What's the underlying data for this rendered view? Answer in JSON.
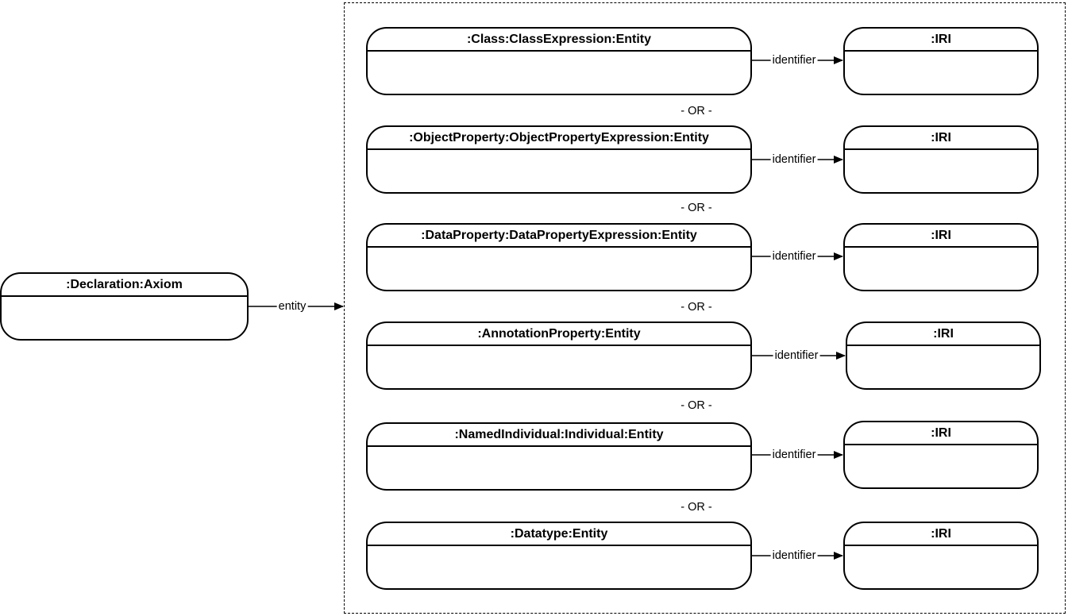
{
  "declaration": {
    "title": ":Declaration:Axiom",
    "edge_label": "entity"
  },
  "entities": [
    {
      "title": ":Class:ClassExpression:Entity",
      "target": ":IRI",
      "edge_label": "identifier"
    },
    {
      "title": ":ObjectProperty:ObjectPropertyExpression:Entity",
      "target": ":IRI",
      "edge_label": "identifier"
    },
    {
      "title": ":DataProperty:DataPropertyExpression:Entity",
      "target": ":IRI",
      "edge_label": "identifier"
    },
    {
      "title": ":AnnotationProperty:Entity",
      "target": ":IRI",
      "edge_label": "identifier"
    },
    {
      "title": ":NamedIndividual:Individual:Entity",
      "target": ":IRI",
      "edge_label": "identifier"
    },
    {
      "title": ":Datatype:Entity",
      "target": ":IRI",
      "edge_label": "identifier"
    }
  ],
  "separator": "- OR -"
}
